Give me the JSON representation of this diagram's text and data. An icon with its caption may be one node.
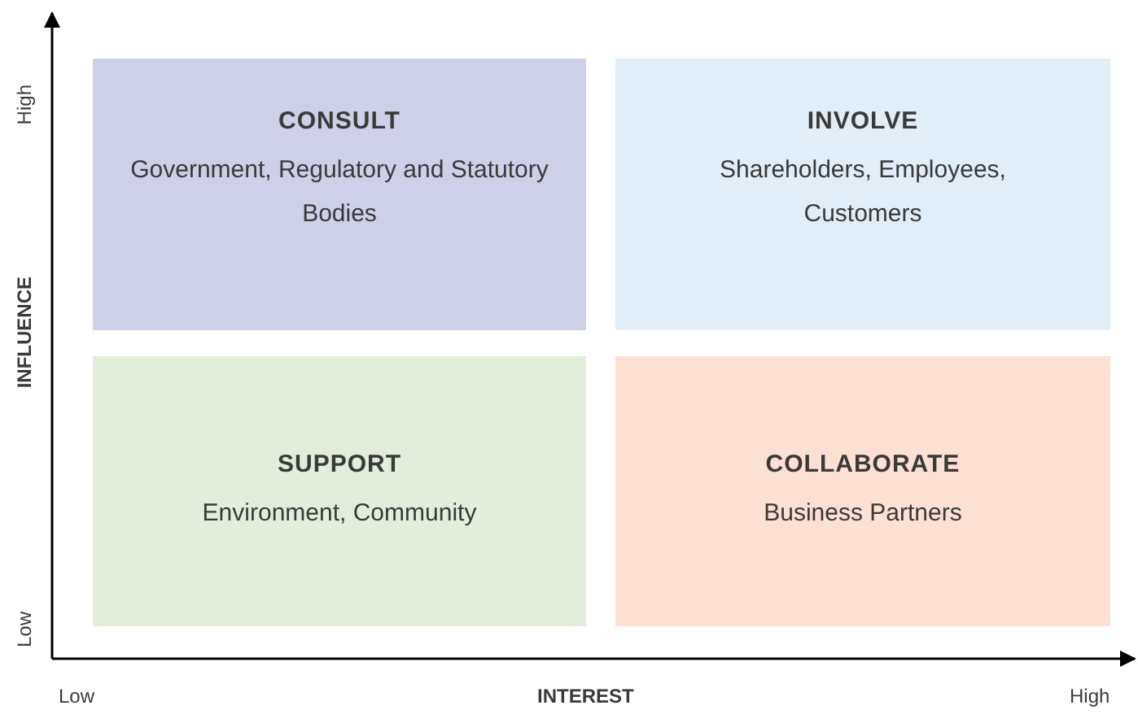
{
  "diagram": {
    "nodes": [
      {
        "text": [
          "CONSULT",
          "Government, Regulatory and Statutory Bodies"
        ]
      },
      {
        "text": [
          "INVOLVE",
          "Shareholders, Employees, Customers"
        ]
      },
      {
        "text": [
          "SUPPORT",
          "Environment, Community"
        ]
      },
      {
        "text": [
          "COLLABORATE",
          "Business Partners"
        ]
      }
    ],
    "edges": [],
    "labels": [
      "High",
      "INFLUENCE",
      "Low",
      "Low",
      "INTEREST",
      "High"
    ]
  }
}
